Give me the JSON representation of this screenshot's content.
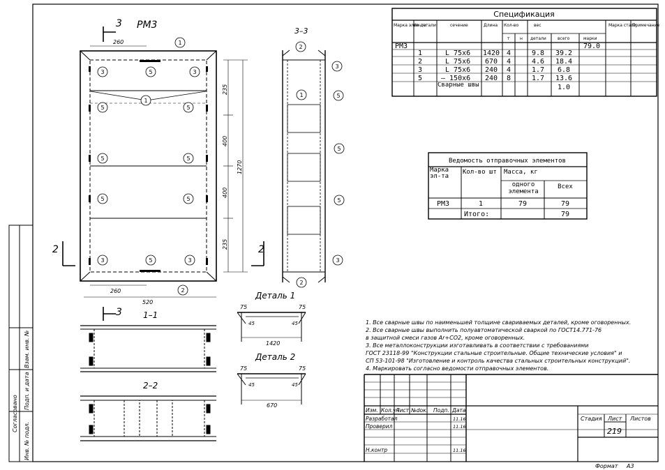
{
  "labels": {
    "mark_rm3": "РМ3",
    "section_33": "3–3",
    "section_11": "1–1",
    "section_22": "2–2",
    "detail1": "Деталь 1",
    "detail2": "Деталь 2",
    "cut3": "3",
    "cut2": "2"
  },
  "callouts": [
    "1",
    "2",
    "3",
    "5"
  ],
  "dims": {
    "d260": "260",
    "d520": "520",
    "d235": "235",
    "d400": "400",
    "d1270": "1270",
    "d75": "75",
    "d45": "45",
    "d1420": "1420",
    "d670": "670"
  },
  "spec": {
    "title": "Спецификация",
    "headers": {
      "mark": "Марка элем-та",
      "detail_no": "№ детали",
      "section": "сечение",
      "length": "Длина",
      "qty": "Кол-во",
      "qty_t": "т",
      "qty_n": "н",
      "weight": "вес",
      "w_detail": "детали",
      "w_total": "всего",
      "w_mark": "марки",
      "steel": "Марка стали",
      "note": "Примечание"
    },
    "rows": [
      {
        "mark": "РМ3",
        "no": "",
        "section": "",
        "length": "",
        "qt": "",
        "qn": "",
        "wd": "",
        "wt": "",
        "wm": "79.0"
      },
      {
        "mark": "",
        "no": "1",
        "section": "L 75x6",
        "length": "1420",
        "qt": "4",
        "qn": "",
        "wd": "9.8",
        "wt": "39.2",
        "wm": ""
      },
      {
        "mark": "",
        "no": "2",
        "section": "L 75x6",
        "length": "670",
        "qt": "4",
        "qn": "",
        "wd": "4.6",
        "wt": "18.4",
        "wm": ""
      },
      {
        "mark": "",
        "no": "3",
        "section": "L 75x6",
        "length": "240",
        "qt": "4",
        "qn": "",
        "wd": "1.7",
        "wt": "6.8",
        "wm": ""
      },
      {
        "mark": "",
        "no": "5",
        "section": "– 150x6",
        "length": "240",
        "qt": "8",
        "qn": "",
        "wd": "1.7",
        "wt": "13.6",
        "wm": ""
      },
      {
        "mark": "",
        "no": "",
        "section": "Сварные швы",
        "length": "",
        "qt": "",
        "qn": "",
        "wd": "",
        "wt": "1.0",
        "wm": ""
      }
    ]
  },
  "shipping": {
    "title": "Ведомость отправочных элементов",
    "h_mark": "Марка эл-та",
    "h_qty": "Кол-во шт",
    "h_mass": "Масса, кг",
    "h_one": "одного элемента",
    "h_all": "Всех",
    "row": {
      "mark": "РМ3",
      "qty": "1",
      "one": "79",
      "all": "79"
    },
    "total_label": "Итого:",
    "total_value": "79"
  },
  "notes": [
    "1.  Все сварные швы по наименьшей толщине свариваемых деталей, кроме оговоренных.",
    "2.  Все сварные швы выполнить полуавтоматической сваркой по ГОСТ14.771-76",
    "в защитной смеси газов Ar+CO2, кроме оговоренных.",
    "3.  Все металлоконструкции изготавливать в соответствии с требованиями",
    "ГОСТ 23118-99 \"Конструкции стальные строительные. Общие технические условия\" и",
    "СП 53-101-98 \"Изготовление и контроль качества стальных строительных конструкций\".",
    "4.  Маркировать согласно ведомости отправочных элементов."
  ],
  "titleblock": {
    "cols": [
      "Изм.",
      "Кол.уч",
      "Лист",
      "№doк.",
      "Подп.",
      "Дата"
    ],
    "rows": [
      {
        "role": "Разработал",
        "date": "11.16"
      },
      {
        "role": "Проверил",
        "date": "11.16"
      },
      {
        "role": "Н.контр",
        "date": "11.16"
      }
    ],
    "stage": "Стадия",
    "sheet": "Лист",
    "sheets": "Листов",
    "sheet_no": "219",
    "format_label": "Формат",
    "format_value": "А3"
  },
  "side_stamp": [
    "Инв. № подл.",
    "Подп. и дата",
    "Взам. инв. №",
    "Согласовано"
  ]
}
